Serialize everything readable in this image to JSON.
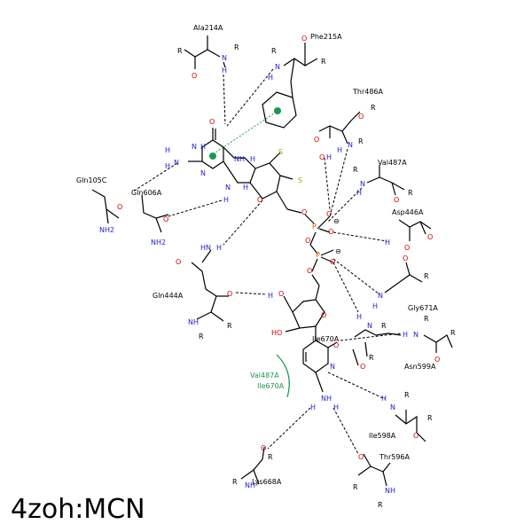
{
  "title": "4zoh:MCN",
  "colors": {
    "nitrogen": "#1f1fcf",
    "oxygen": "#d40000",
    "sulfur": "#b8a000",
    "phosphorus": "#d45500",
    "hydrophobic": "#1a9850",
    "bond": "#000000"
  },
  "residues": [
    {
      "id": "ala214a",
      "label": "Ala214A"
    },
    {
      "id": "phe215a",
      "label": "Phe215A"
    },
    {
      "id": "thr486a",
      "label": "Thr486A"
    },
    {
      "id": "val487a",
      "label": "Val487A"
    },
    {
      "id": "asp446a",
      "label": "Asp446A"
    },
    {
      "id": "gln105c",
      "label": "Gln105C"
    },
    {
      "id": "gln606a",
      "label": "Gln606A"
    },
    {
      "id": "gln444a",
      "label": "Gln444A"
    },
    {
      "id": "gly671a",
      "label": "Gly671A"
    },
    {
      "id": "ile670a",
      "label": "Ile670A"
    },
    {
      "id": "asn599a",
      "label": "Asn599A"
    },
    {
      "id": "ile598a",
      "label": "Ile598A"
    },
    {
      "id": "thr596a",
      "label": "Thr596A"
    },
    {
      "id": "lys668a",
      "label": "Lys668A"
    }
  ],
  "hydrophobic_contact": [
    "Val487A",
    "Ile670A"
  ],
  "atoms": {
    "n": "N",
    "nh": "NH",
    "h": "H",
    "o": "O",
    "s": "S",
    "p": "P",
    "r": "R",
    "oh": "OH",
    "ho": "HO",
    "nh2": "NH2",
    "hn": "HN",
    "minus": "⊖"
  }
}
